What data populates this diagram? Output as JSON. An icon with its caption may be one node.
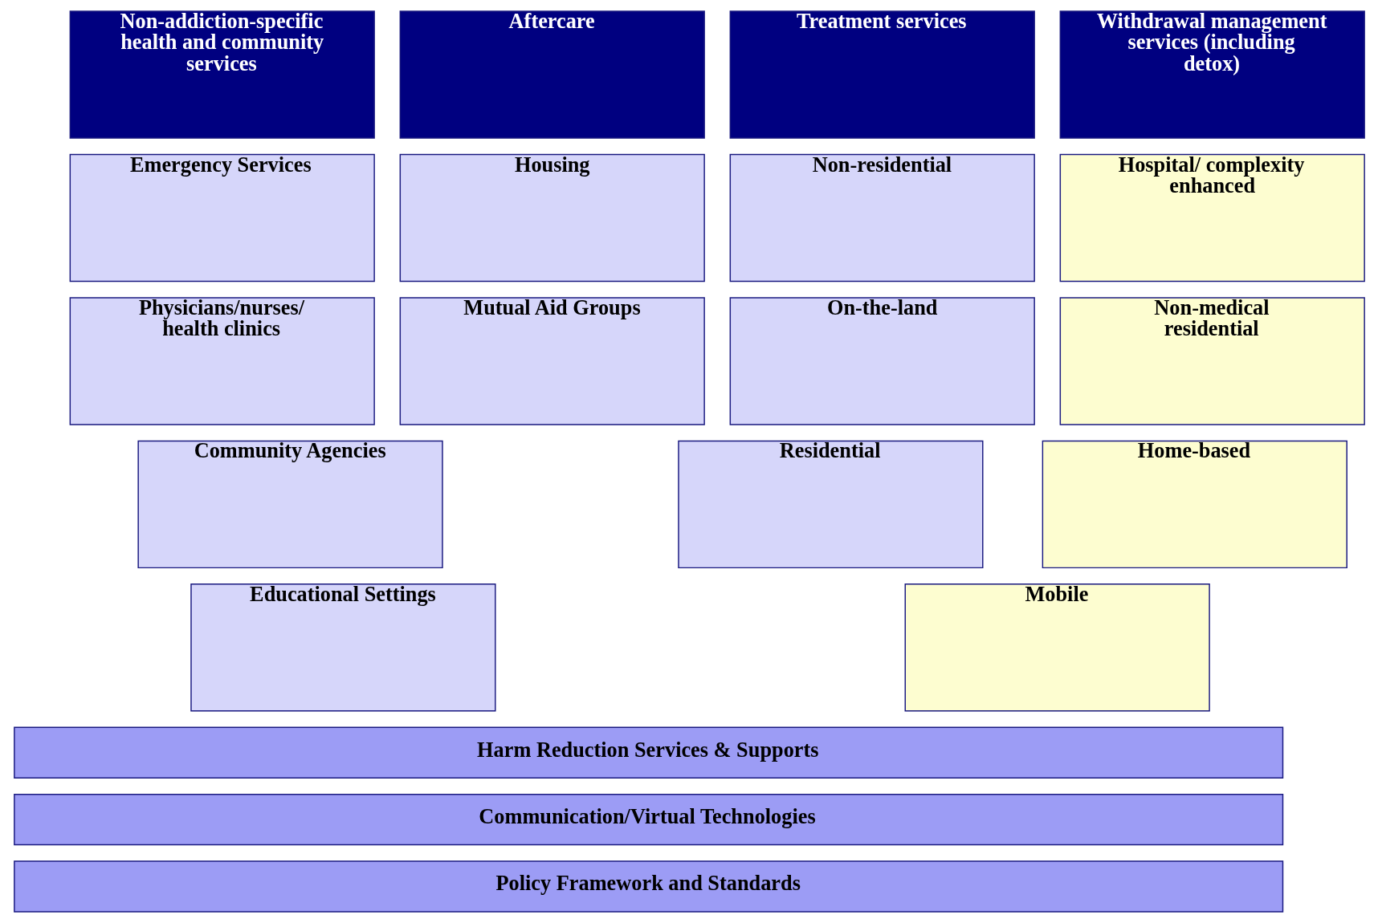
{
  "diagram": {
    "nodes": [
      {
        "text": [
          "Non-addiction-specific health and community services"
        ]
      },
      {
        "text": [
          "Withdrawal management services (including detox)"
        ]
      },
      {
        "text": [
          "Treatment services"
        ]
      },
      {
        "text": [
          "Aftercare"
        ]
      },
      {
        "text": [
          "Emergency Services"
        ]
      },
      {
        "text": [
          "Hospital/ complexity enhanced"
        ]
      },
      {
        "text": [
          "Non-residential"
        ]
      },
      {
        "text": [
          "Housing"
        ]
      },
      {
        "text": [
          "Physicians/nurses/ health clinics"
        ]
      },
      {
        "text": [
          "Non-medical residential"
        ]
      },
      {
        "text": [
          "On-the-land"
        ]
      },
      {
        "text": [
          "Mutual Aid Groups"
        ]
      },
      {
        "text": [
          "Community Agencies"
        ]
      },
      {
        "text": [
          "Home-based"
        ]
      },
      {
        "text": [
          "Residential"
        ]
      },
      {
        "text": [
          "Educational Settings"
        ]
      },
      {
        "text": [
          "Mobile"
        ]
      },
      {
        "text": [
          "Harm Reduction Services & Supports"
        ]
      },
      {
        "text": [
          "Communication/Virtual Technologies"
        ]
      },
      {
        "text": [
          "Policy Framework and Standards"
        ]
      }
    ],
    "edges": []
  }
}
